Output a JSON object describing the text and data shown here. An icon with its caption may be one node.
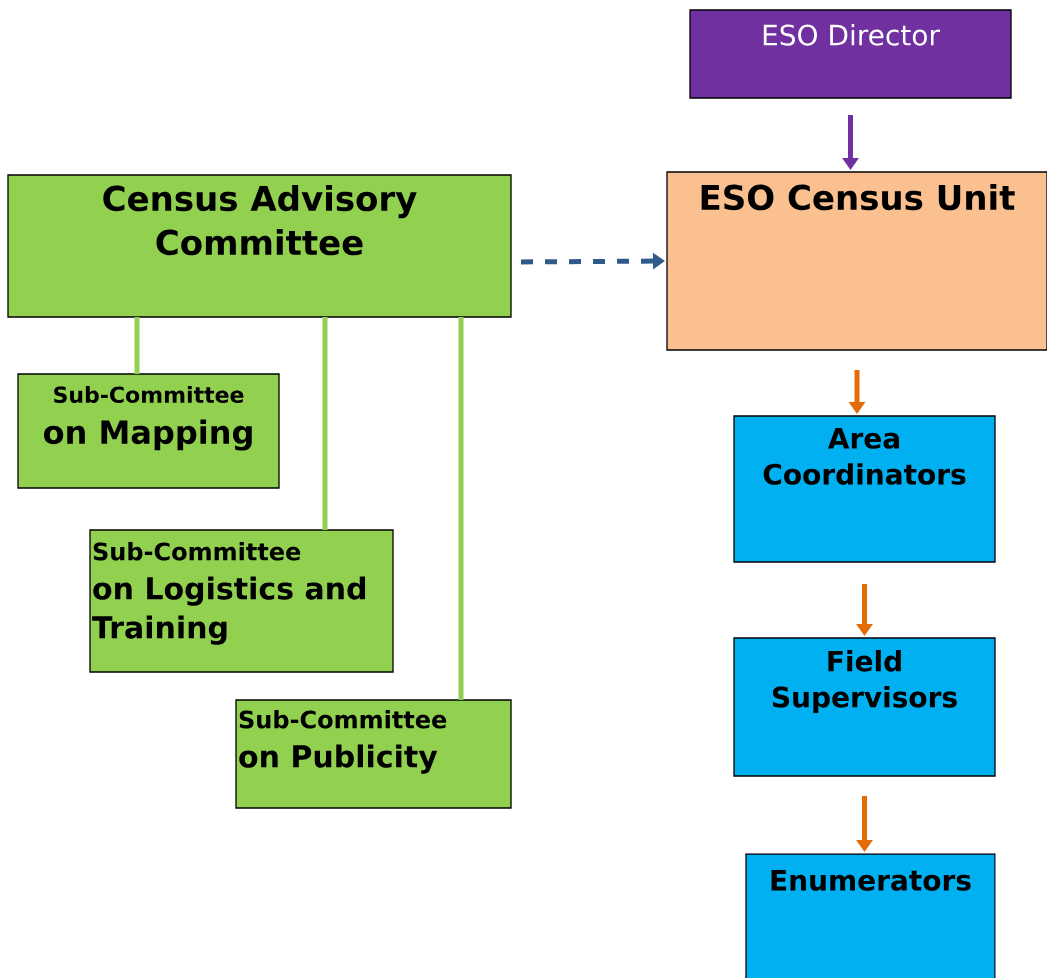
{
  "diagram": {
    "nodes": [
      {
        "text": [
          "ESO Director"
        ]
      },
      {
        "text": [
          "ESO Census Unit"
        ]
      },
      {
        "text": [
          "Census Advisory Committee"
        ]
      },
      {
        "text": [
          "Sub-Committee",
          "on Mapping"
        ]
      },
      {
        "text": [
          "Sub-Committee",
          "on Logistics and Training"
        ]
      },
      {
        "text": [
          "Sub-Committee",
          "on Publicity"
        ]
      },
      {
        "text": [
          "Area Coordinators"
        ]
      },
      {
        "text": [
          "Field Supervisors"
        ]
      },
      {
        "text": [
          "Enumerators"
        ]
      }
    ],
    "edges": [
      {
        "from": 0,
        "to": 1,
        "arrow": "to",
        "color": "#7030a0"
      },
      {
        "from": 2,
        "to": 1,
        "arrow": "to",
        "style": "dashed",
        "color": "#2f5a8a"
      },
      {
        "from": 2,
        "to": 3,
        "arrow": "none",
        "color": "#92d050"
      },
      {
        "from": 2,
        "to": 4,
        "arrow": "none",
        "color": "#92d050"
      },
      {
        "from": 2,
        "to": 5,
        "arrow": "none",
        "color": "#92d050"
      },
      {
        "from": 1,
        "to": 6,
        "arrow": "to",
        "color": "#e36c09"
      },
      {
        "from": 6,
        "to": 7,
        "arrow": "to",
        "color": "#e36c09"
      },
      {
        "from": 7,
        "to": 8,
        "arrow": "to",
        "color": "#e36c09"
      }
    ]
  }
}
